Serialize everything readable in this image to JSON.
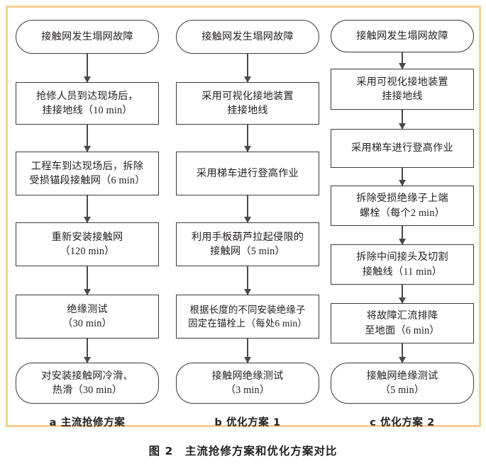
{
  "figure": {
    "caption": "图 2　主流抢修方案和优化方案对比",
    "frame_color": "#f6ce93",
    "node_border_color": "#3a3a3a",
    "connector_color": "#4a4a4a",
    "text_color": "#231f20"
  },
  "chart_data": {
    "type": "diagram",
    "title": "图 2　主流抢修方案和优化方案对比",
    "columns": [
      {
        "id": "a",
        "caption": "a  主流抢修方案",
        "nodes": [
          {
            "shape": "terminator",
            "text": "接触网发生塌网故障",
            "duration_min": null
          },
          {
            "shape": "process",
            "text": "抢修人员到达现场后，\n挂接地线（10 min）",
            "duration_min": 10
          },
          {
            "shape": "process",
            "text": "工程车到达现场后，拆除\n受损锚段接触网（6 min）",
            "duration_min": 6
          },
          {
            "shape": "process",
            "text": "重新安装接触网\n（120 min）",
            "duration_min": 120
          },
          {
            "shape": "process",
            "text": "绝缘测试\n（30 min）",
            "duration_min": 30
          },
          {
            "shape": "terminator",
            "text": "对安装接触网冷滑、\n热滑（30 min）",
            "duration_min": 30
          }
        ]
      },
      {
        "id": "b",
        "caption": "b  优化方案 1",
        "nodes": [
          {
            "shape": "terminator",
            "text": "接触网发生塌网故障",
            "duration_min": null
          },
          {
            "shape": "process",
            "text": "采用可视化接地装置\n挂接地线",
            "duration_min": null
          },
          {
            "shape": "process",
            "text": "采用梯车进行登高作业",
            "duration_min": null
          },
          {
            "shape": "process",
            "text": "利用手板葫芦拉起侵限的\n接触网（5 min）",
            "duration_min": 5
          },
          {
            "shape": "process",
            "text": "根据长度的不同安装绝缘子\n固定在锚栓上（每处6 min）",
            "duration_min": 6
          },
          {
            "shape": "terminator",
            "text": "接触网绝缘测试\n（3 min）",
            "duration_min": 3
          }
        ]
      },
      {
        "id": "c",
        "caption": "c  优化方案 2",
        "nodes": [
          {
            "shape": "terminator",
            "text": "接触网发生塌网故障",
            "duration_min": null
          },
          {
            "shape": "process",
            "text": "采用可视化接地装置\n挂接地线",
            "duration_min": null
          },
          {
            "shape": "process",
            "text": "采用梯车进行登高作业",
            "duration_min": null
          },
          {
            "shape": "process",
            "text": "拆除受损绝缘子上端\n螺栓（每个2 min）",
            "duration_min": 2
          },
          {
            "shape": "process",
            "text": "拆除中间接头及切割\n接触线（11 min）",
            "duration_min": 11
          },
          {
            "shape": "process",
            "text": "将故障汇流排降\n至地面（6 min）",
            "duration_min": 6
          },
          {
            "shape": "terminator",
            "text": "接触网绝缘测试\n（5 min）",
            "duration_min": 5
          }
        ]
      }
    ]
  }
}
